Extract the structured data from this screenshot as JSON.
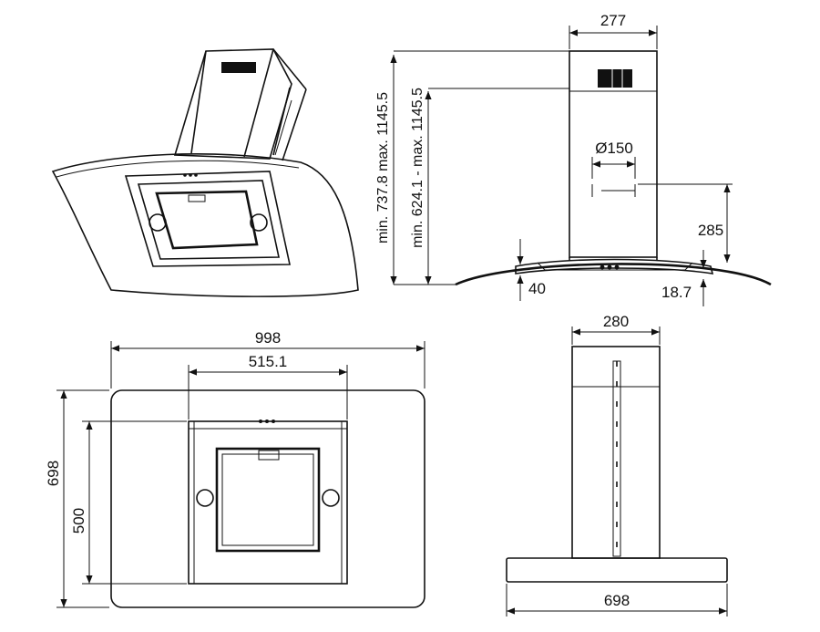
{
  "views": {
    "perspective": {},
    "side": {
      "chimney_width": "277",
      "height_range_a": "min. 737.8 max. 1145.5",
      "height_range_b": "min. 624.1 - max. 1145.5",
      "outlet_diameter": "Ø150",
      "outlet_height": "285",
      "canopy_thickness": "40",
      "canopy_edge": "18.7"
    },
    "front": {
      "total_width": "998",
      "inner_width": "515.1",
      "total_height": "698",
      "inner_height": "500"
    },
    "side_bottom": {
      "chimney_width": "280",
      "depth": "698"
    }
  }
}
